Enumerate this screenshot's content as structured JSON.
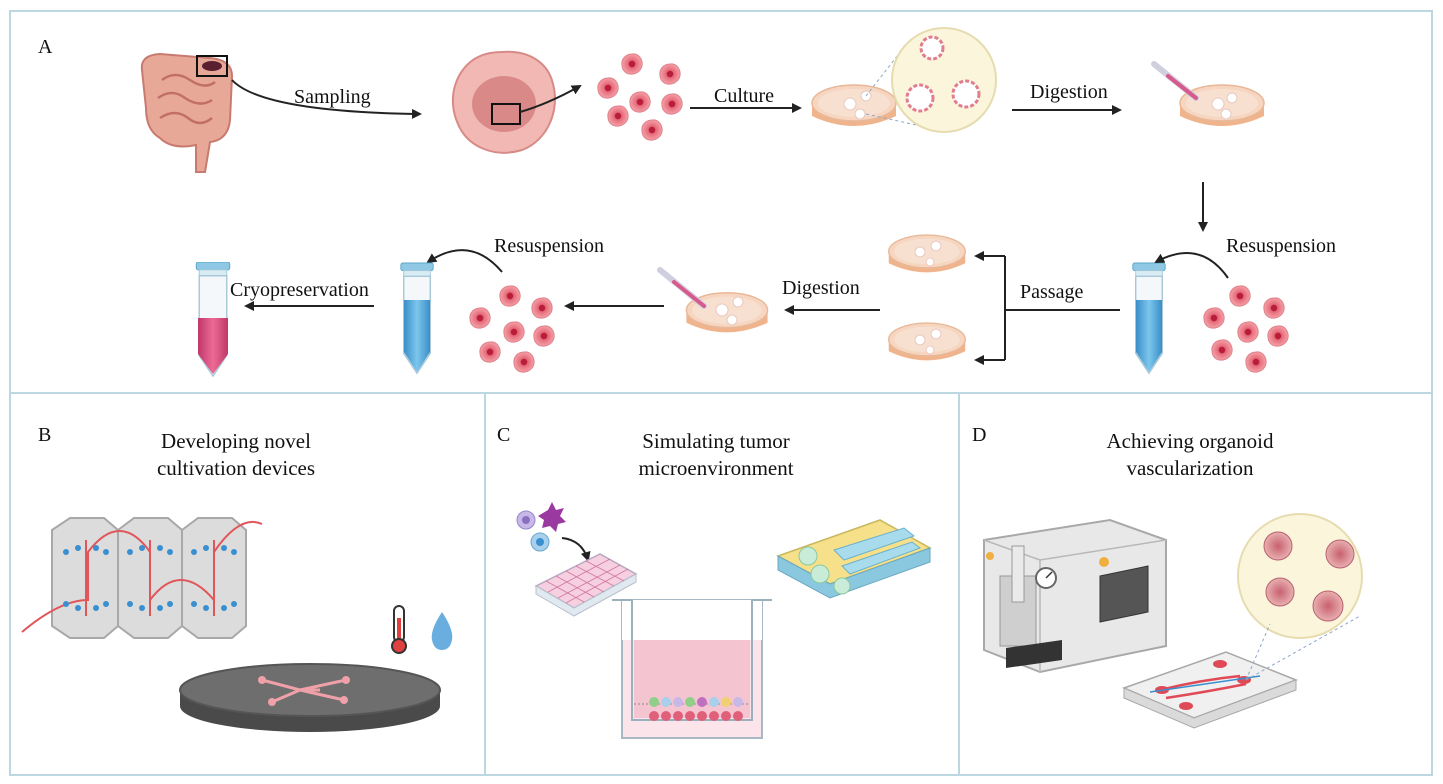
{
  "panels": {
    "A": {
      "letter": "A",
      "steps": {
        "sampling": "Sampling",
        "culture": "Culture",
        "digestion_1": "Digestion",
        "resuspension_1": "Resuspension",
        "passage": "Passage",
        "digestion_2": "Digestion",
        "resuspension_2": "Resuspension",
        "cryopreservation": "Cryopreservation"
      }
    },
    "B": {
      "letter": "B",
      "title_line1": "Developing novel",
      "title_line2": "cultivation devices"
    },
    "C": {
      "letter": "C",
      "title_line1": "Simulating tumor",
      "title_line2": "microenvironment"
    },
    "D": {
      "letter": "D",
      "title_line1": "Achieving organoid",
      "title_line2": "vascularization"
    }
  },
  "colors": {
    "border": "#bcd7e0",
    "tissue": "#e8a0a0",
    "cell": "#e86a7a",
    "dish": "#f2c6a8",
    "tube_blue": "#5aaed8",
    "tube_red": "#d84a78",
    "chip_line": "#e0565a",
    "chip_node": "#3a8fd0"
  }
}
